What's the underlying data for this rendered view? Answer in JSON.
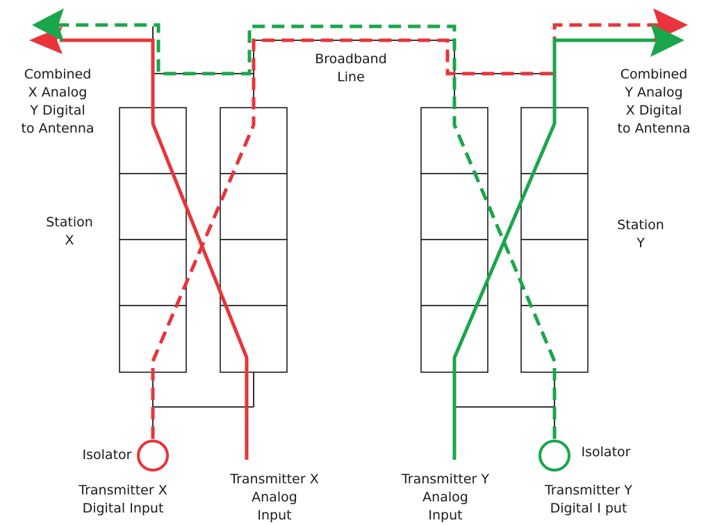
{
  "colors": {
    "red": "#e8343a",
    "green": "#1aa64a",
    "line": "#1a1a1a",
    "background": "#ffffff"
  },
  "labels": {
    "combined_x": [
      "Combined",
      "X Analog",
      "Y Digital",
      "to Antenna"
    ],
    "combined_y": [
      "Combined",
      "Y Analog",
      "X Digital",
      "to Antenna"
    ],
    "broadband": [
      "Broadband",
      "Line"
    ],
    "station_x": [
      "Station",
      "X"
    ],
    "station_y": [
      "Station",
      "Y"
    ],
    "isolator_left": "Isolator",
    "isolator_right": "Isolator",
    "tx_x_digital": [
      "Transmitter X",
      "Digital Input"
    ],
    "tx_x_analog": [
      "Transmitter X",
      "Analog",
      "Input"
    ],
    "tx_y_analog": [
      "Transmitter Y",
      "Analog",
      "Input"
    ],
    "tx_y_digital": [
      "Transmitter Y",
      "Digital I put"
    ]
  }
}
